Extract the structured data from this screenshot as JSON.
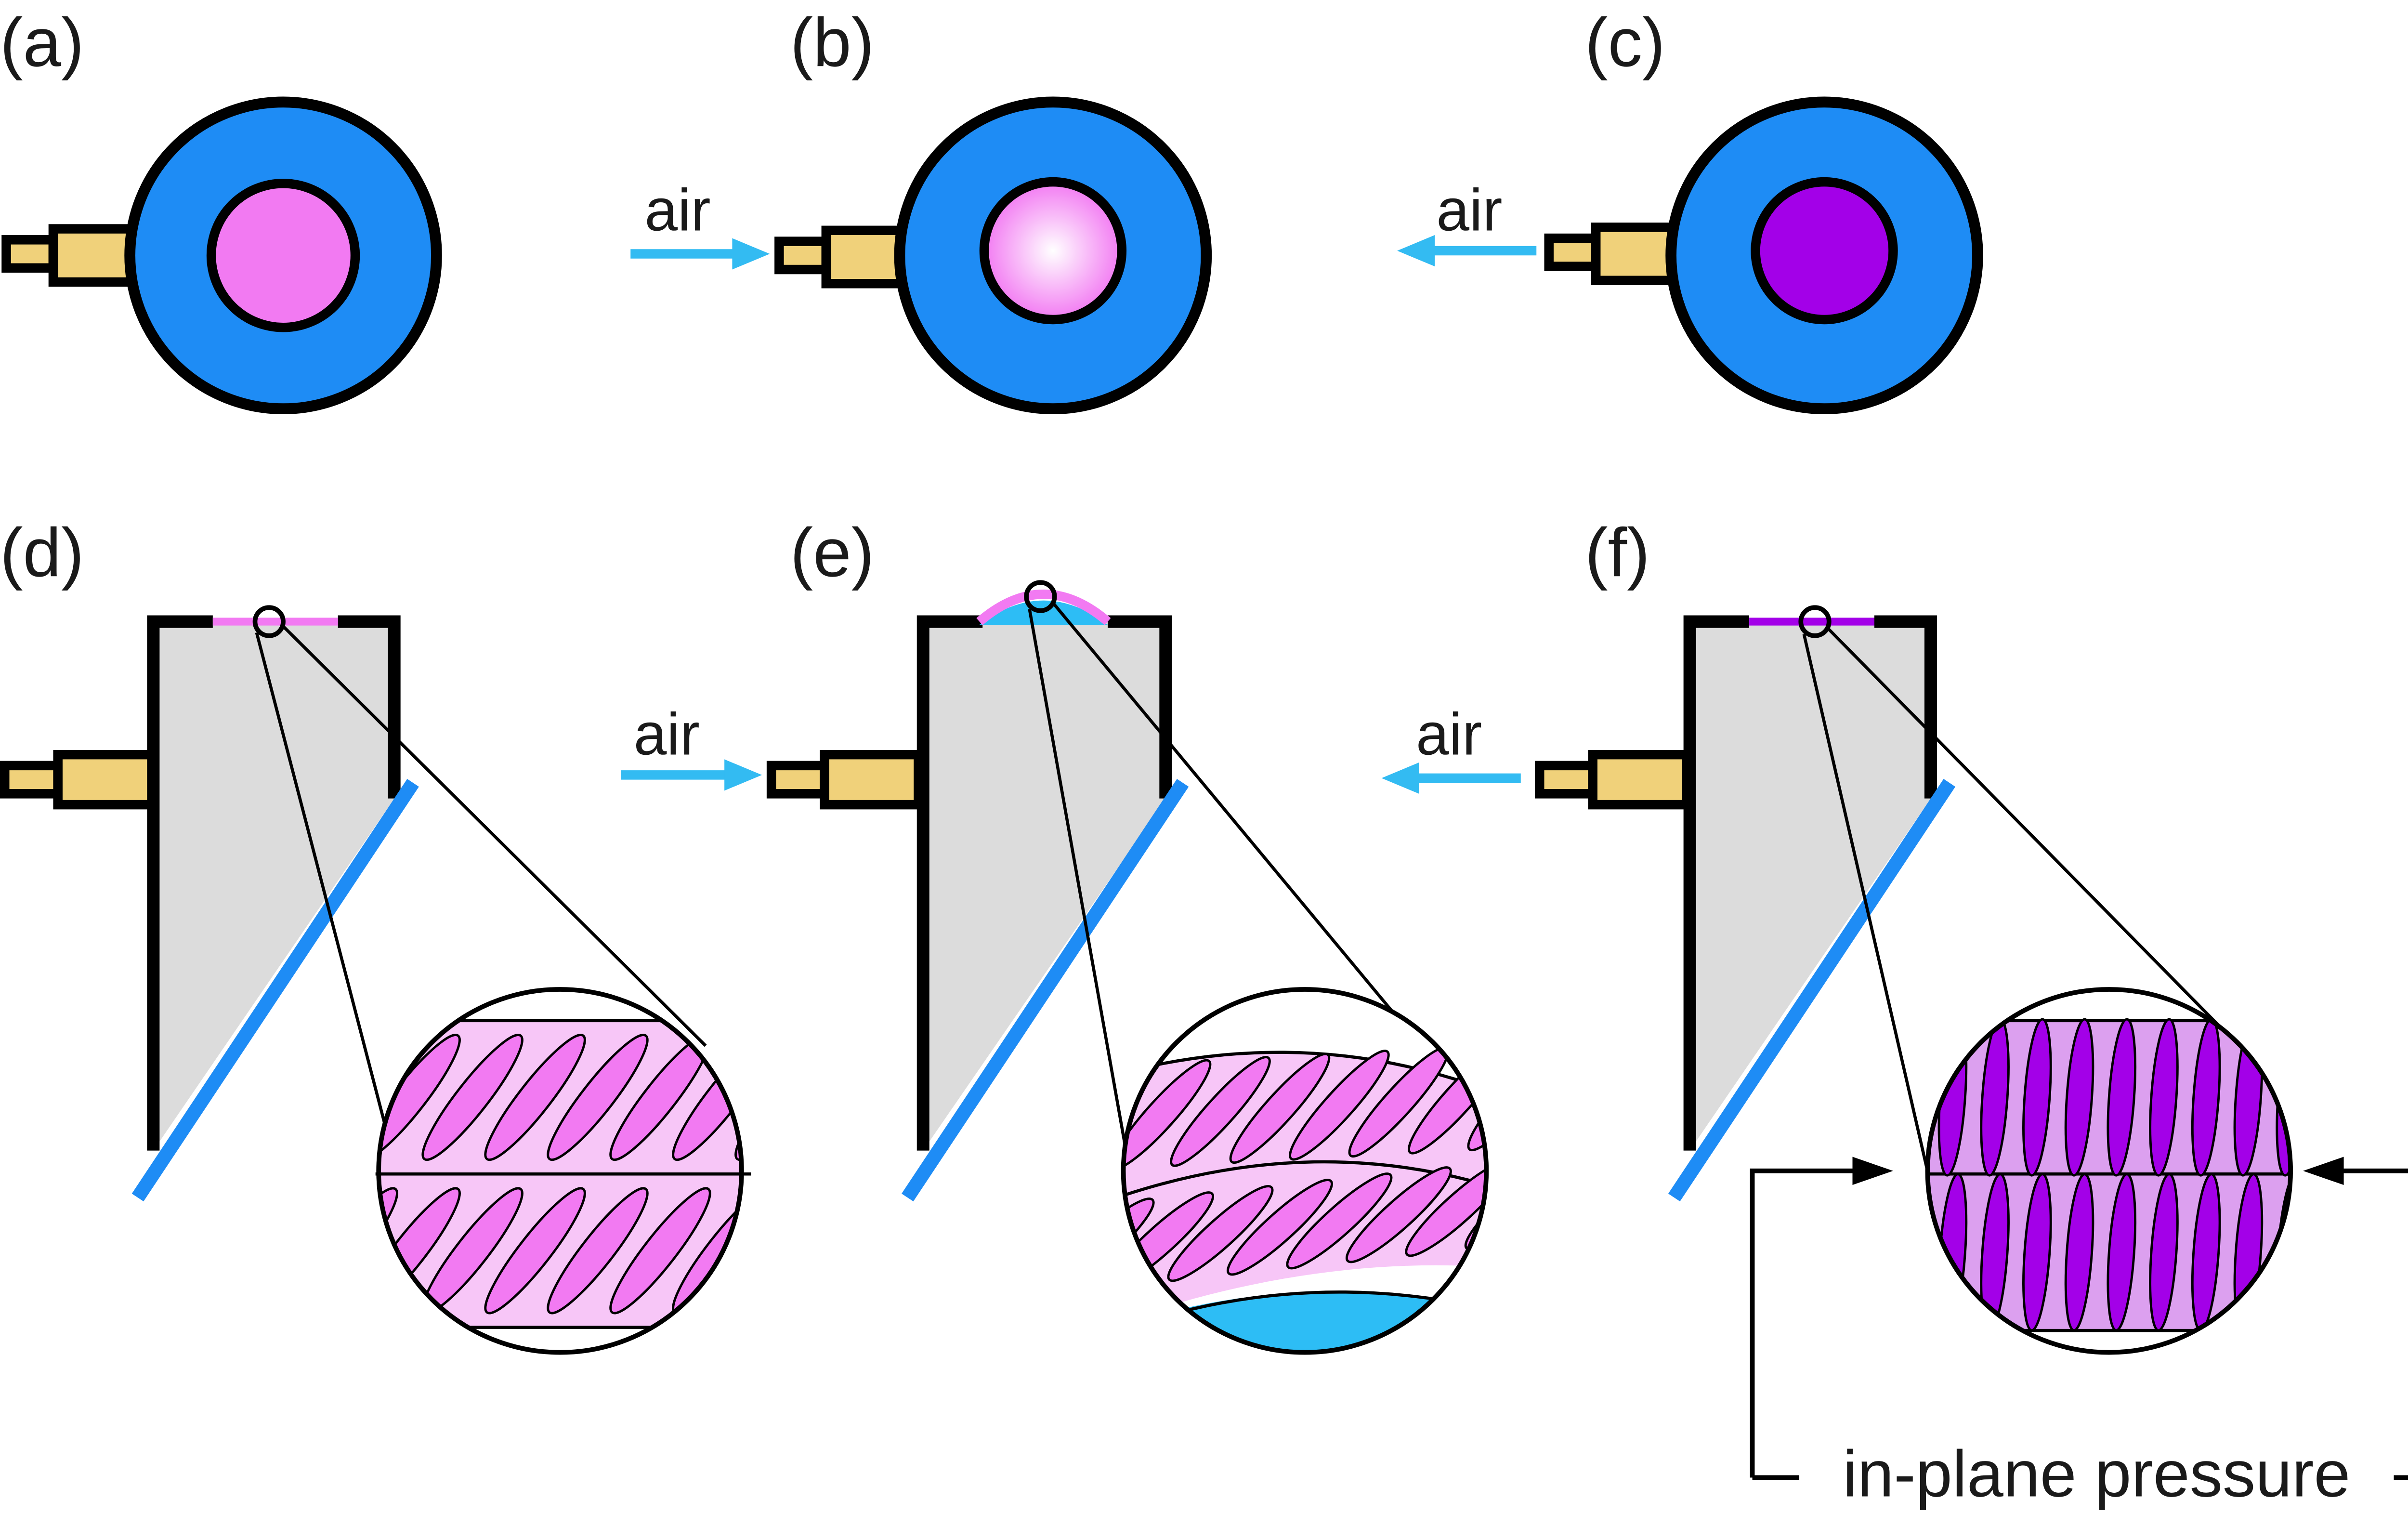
{
  "panels": {
    "a": {
      "label": "(a)"
    },
    "b": {
      "label": "(b)",
      "air_label": "air"
    },
    "c": {
      "label": "(c)",
      "air_label": "air"
    },
    "d": {
      "label": "(d)"
    },
    "e": {
      "label": "(e)",
      "air_label": "air"
    },
    "f": {
      "label": "(f)",
      "air_label": "air"
    }
  },
  "pressure_label": "in-plane pressure",
  "colors": {
    "chamber_blue": "#1e8cf5",
    "nozzle_tan": "#f0d17a",
    "arrow_cyan": "#33bbf2",
    "membrane_pink": "#f27af2",
    "membrane_light": "#f7c6f7",
    "membrane_purple": "#a300e8",
    "membrane_purple_light": "#dca0ef",
    "chamber_gray": "#dcdcdc",
    "liquid_cyan": "#2dbdf5",
    "outline": "#000000"
  }
}
